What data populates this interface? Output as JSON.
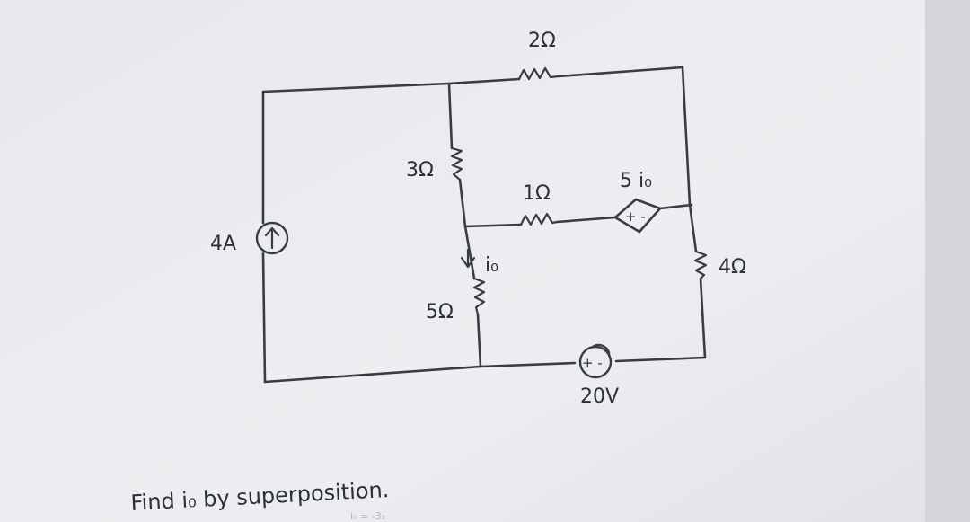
{
  "circuit": {
    "labels": {
      "r_top": "2Ω",
      "r_3": "3Ω",
      "r_1": "1Ω",
      "r_5": "5Ω",
      "r_4": "4Ω",
      "current_source": "4A",
      "dependent_source": "5 i₀",
      "dependent_signs": "+ -",
      "voltage_source": "20V",
      "voltage_signs": "+ -",
      "current_label": "i₀"
    },
    "question": "Find i₀ by superposition.",
    "margin_note": "i₀ = -3₂"
  },
  "colors": {
    "paper": "#e9eaee",
    "ink": "#2d2f38",
    "pencil_note": "#c7a6d8"
  }
}
